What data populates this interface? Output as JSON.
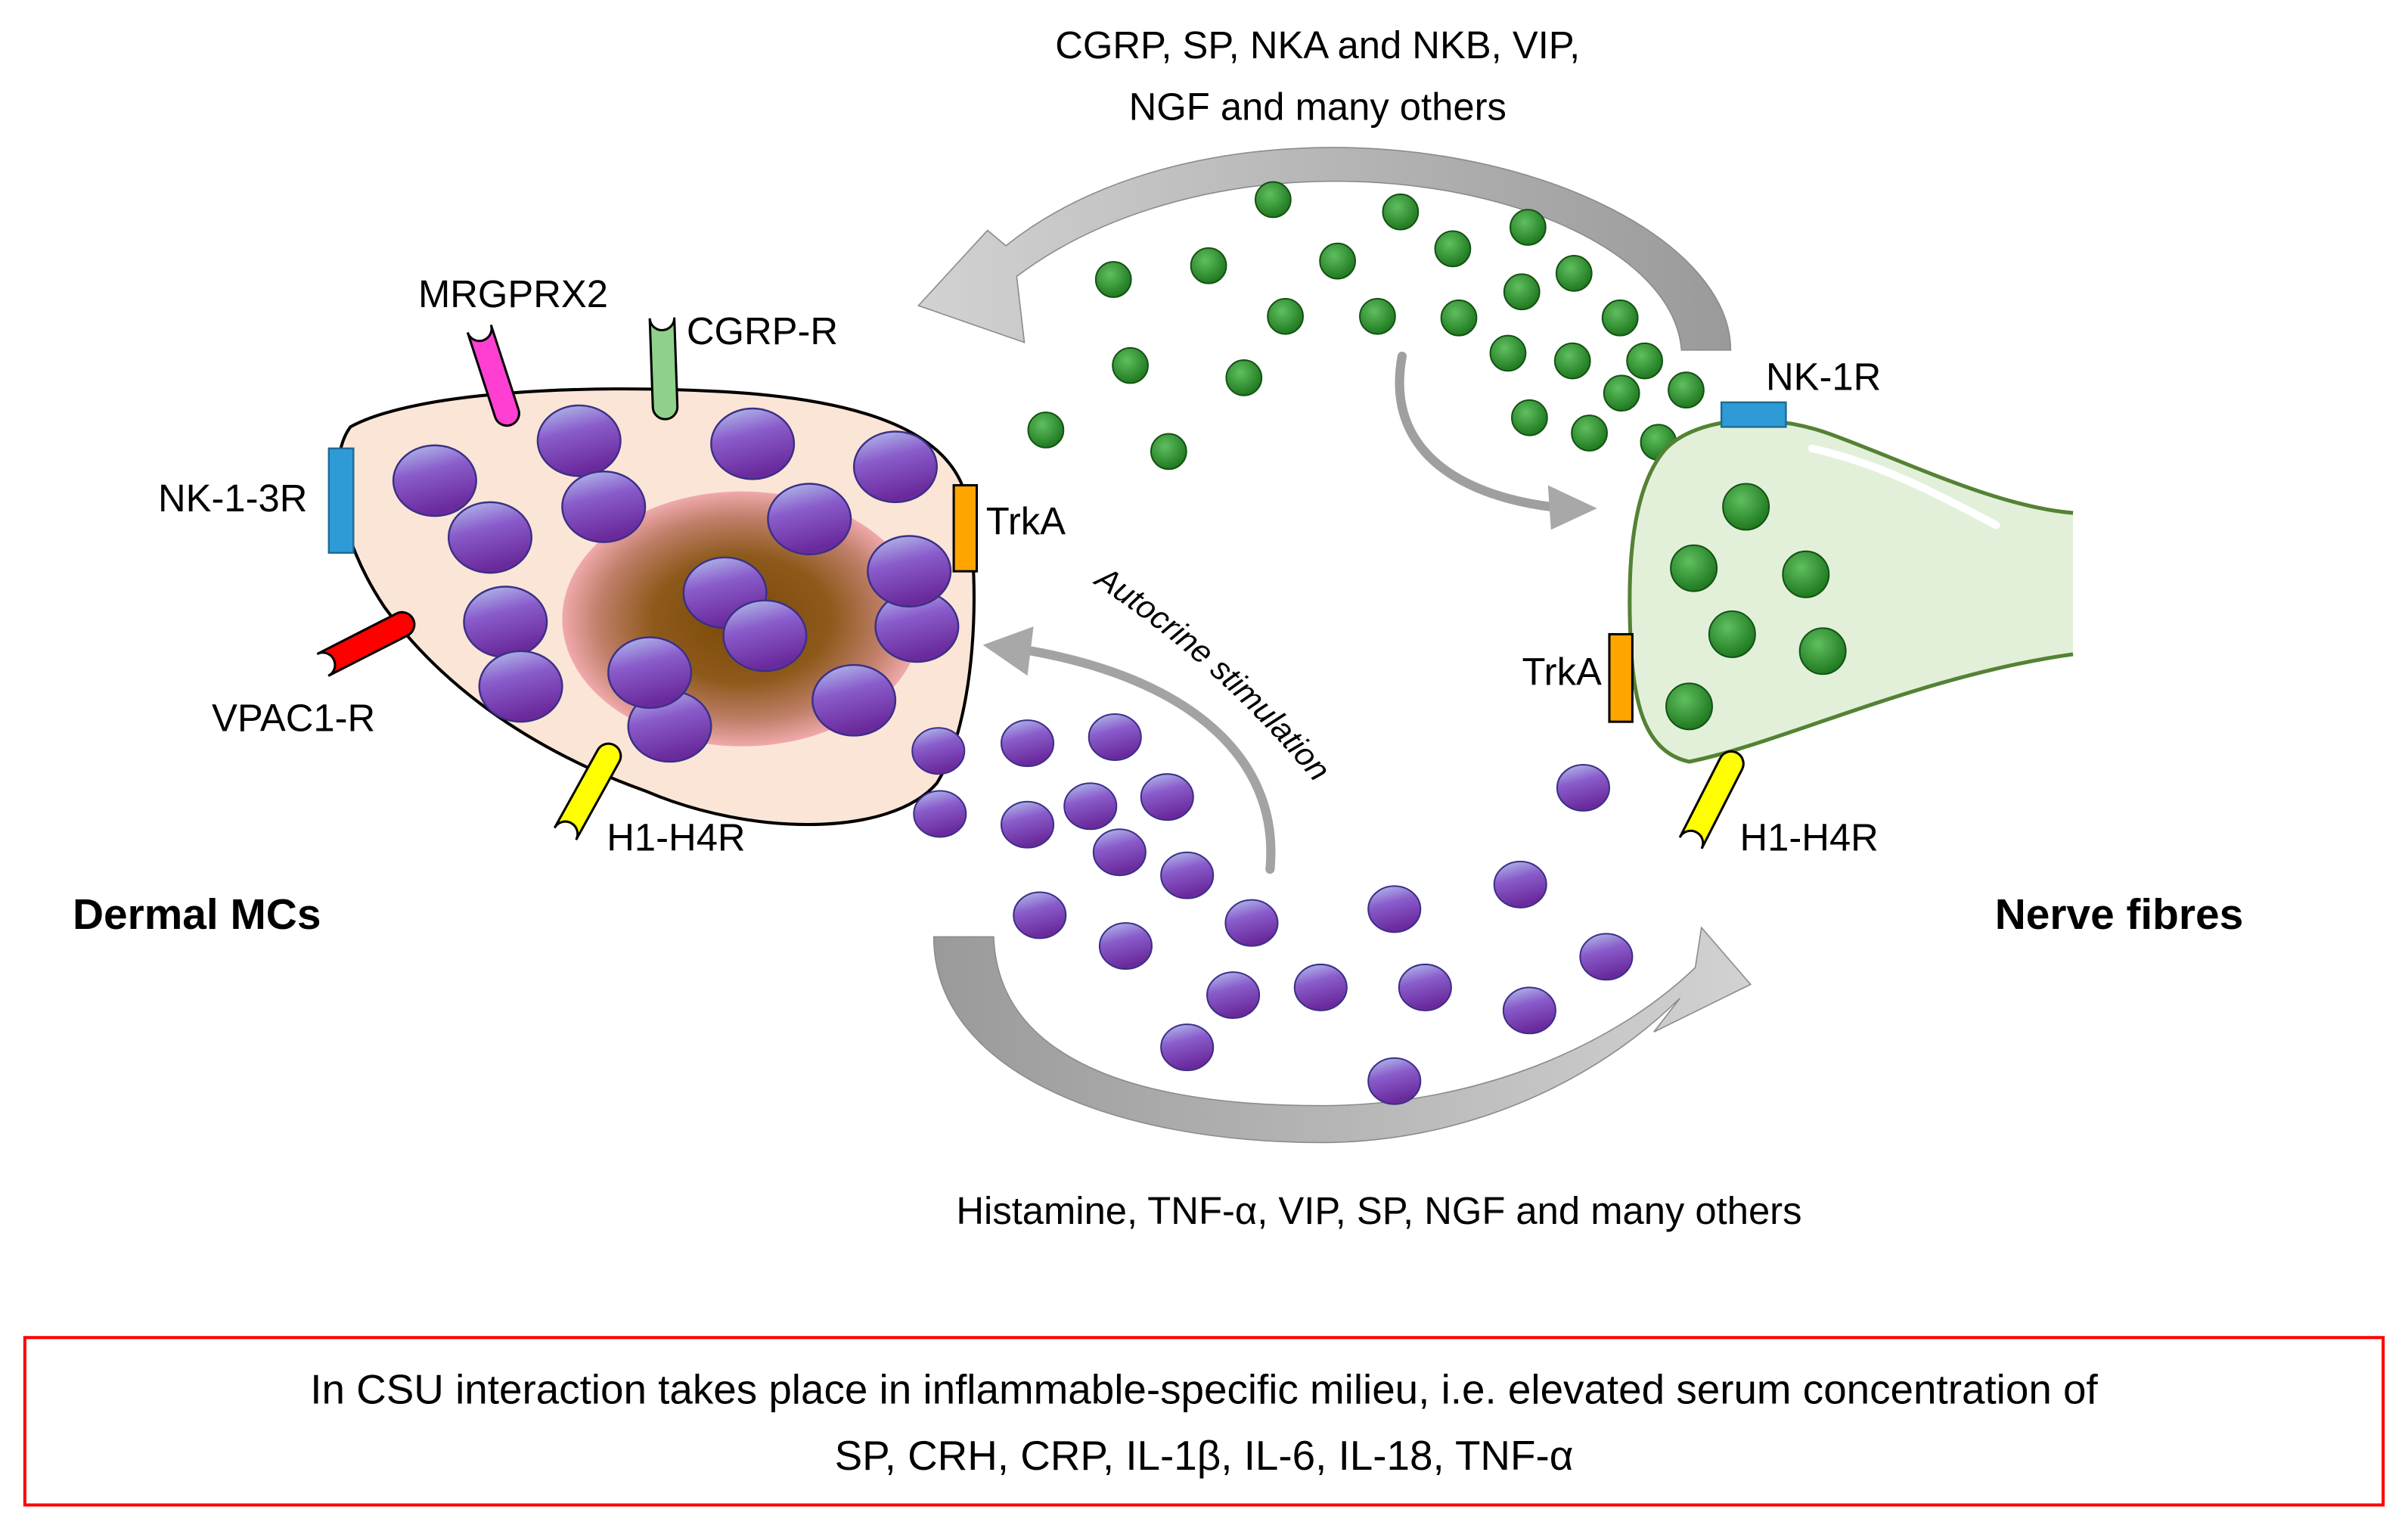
{
  "top_mediators": {
    "line1": "CGRP, SP, NKA and NKB, VIP,",
    "line2": "NGF and many others"
  },
  "mast_cell": {
    "label": "Dermal MCs",
    "receptors": {
      "mrgprx2": "MRGPRX2",
      "cgrp_r": "CGRP-R",
      "nk_1_3r": "NK-1-3R",
      "trka": "TrkA",
      "vpac1_r": "VPAC1-R",
      "h1_h4r": "H1-H4R"
    }
  },
  "nerve": {
    "label": "Nerve fibres",
    "receptors": {
      "nk_1r": "NK-1R",
      "trka": "TrkA",
      "h1_h4r": "H1-H4R"
    }
  },
  "autocrine_label": "Autocrine stimulation",
  "bottom_mediators": "Histamine, TNF-α, VIP, SP, NGF and many others",
  "note": {
    "line1": "In CSU interaction takes place in inflammable-specific milieu, i.e. elevated serum concentration of",
    "line2": "SP, CRH, CRP, IL-1β, IL-6, IL-18, TNF-α"
  },
  "colors": {
    "cell_fill": "#fbe5d6",
    "nerve_fill": "#e2f0d9",
    "nerve_stroke": "#548235",
    "note_border": "#ff0000",
    "mrgprx2": "#ff3fd2",
    "cgrp_r": "#8fd18a",
    "vpac1_r": "#ff0000",
    "h1_h4r": "#ffff00",
    "nk_receptor": "#2e9bd6",
    "trka": "#ffa500"
  }
}
